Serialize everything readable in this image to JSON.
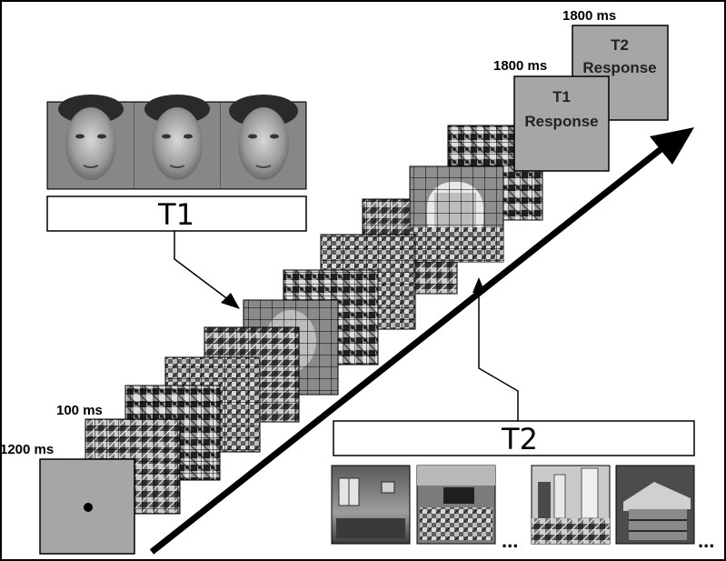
{
  "timings": {
    "fixation": "1200 ms",
    "stream": "100 ms",
    "t1_response": "1800 ms",
    "t2_response": "1800 ms"
  },
  "responses": {
    "t1_label_line1": "T1",
    "t1_label_line2": "Response",
    "t2_label_line1": "T2",
    "t2_label_line2": "Response"
  },
  "targets": {
    "t1_label": "T1",
    "t2_label": "T2",
    "ellipsis": "..."
  },
  "face_images": [
    "face-1",
    "face-2",
    "face-3"
  ],
  "scene_images": [
    "classroom-scene",
    "cafeteria-scene",
    "city-scene",
    "house-scene"
  ],
  "colors": {
    "panel_gray": "#a6a6a6",
    "mask_dark": "#3a3a3a",
    "mask_light": "#d0d0d0",
    "border": "#000000"
  }
}
